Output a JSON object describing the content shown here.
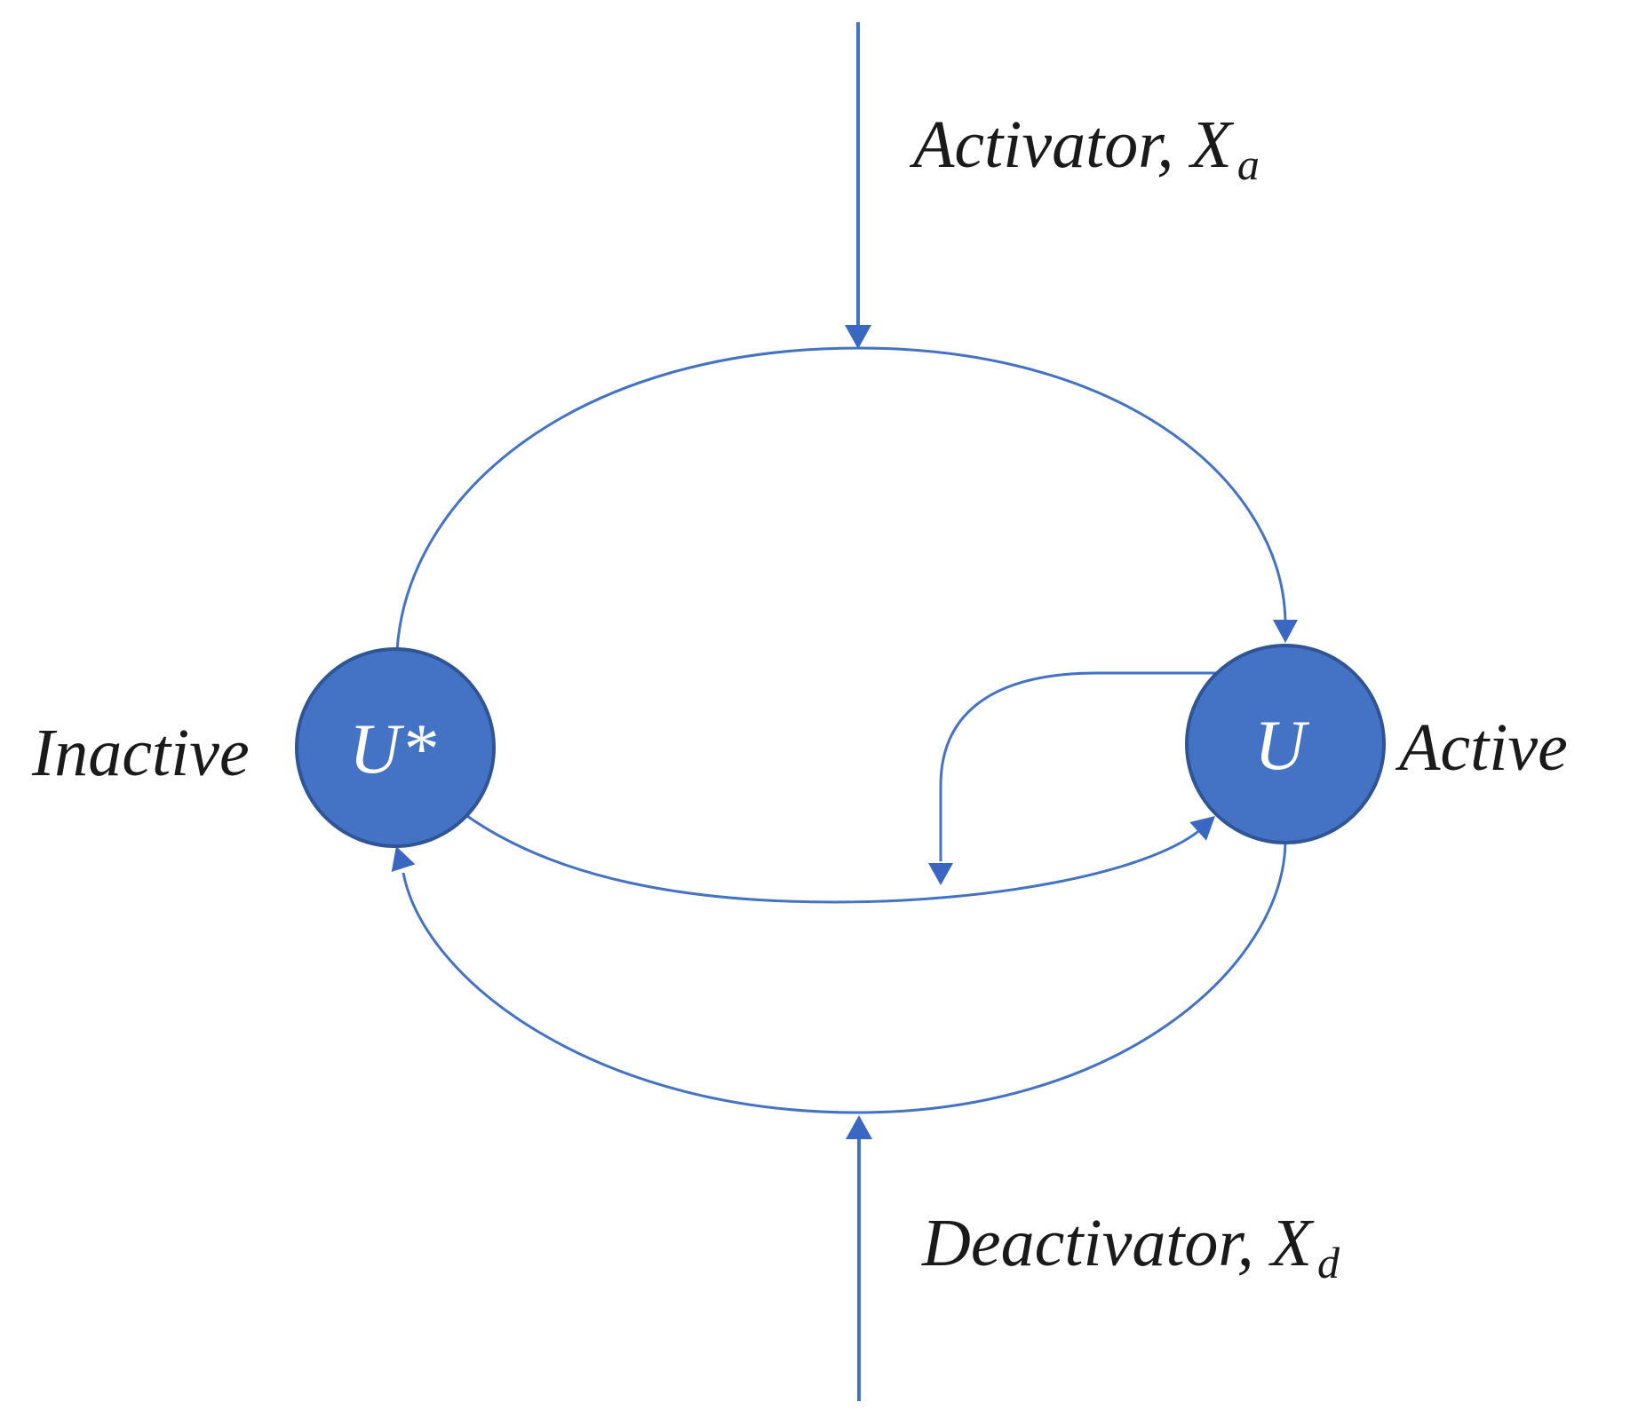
{
  "diagram": {
    "states": {
      "inactive": {
        "node_symbol": "U*",
        "side_label": "Inactive"
      },
      "active": {
        "node_symbol": "U",
        "side_label": "Active"
      }
    },
    "regulators": {
      "activator": {
        "label": "Activator, X",
        "subscript": "a"
      },
      "deactivator": {
        "label": "Deactivator, X",
        "subscript": "d"
      }
    },
    "colors": {
      "node_fill": "#4472C4",
      "node_border": "#2F5597",
      "arrow_line": "#4472C4",
      "arrowhead_fill": "#3A67C2",
      "label_text": "#1A1A1A",
      "node_text": "#FFFFFF"
    }
  }
}
